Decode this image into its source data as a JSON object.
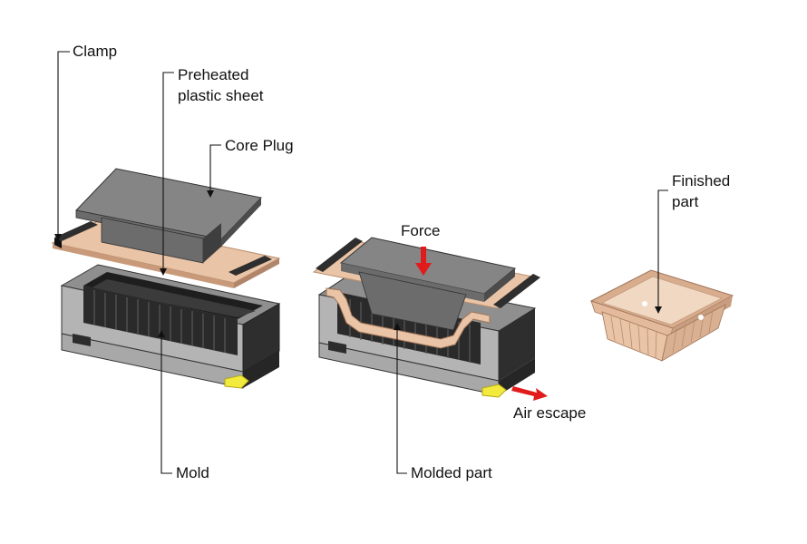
{
  "labels": {
    "clamp": "Clamp",
    "preheated_line1": "Preheated",
    "preheated_line2": "plastic sheet",
    "core_plug": "Core Plug",
    "mold": "Mold",
    "force": "Force",
    "air_escape": "Air escape",
    "molded_part": "Molded part",
    "finished_line1": "Finished",
    "finished_line2": "part"
  },
  "colors": {
    "mold_light": "#b4b4b4",
    "mold_mid": "#8e8e8e",
    "mold_dark": "#2e2e2e",
    "plug_top": "#858585",
    "plug_side": "#5c5c5c",
    "sheet": "#e9c4a6",
    "sheet_edge": "#c89a7a",
    "force_arrow": "#e11b1b",
    "air_port": "#f2ea3c",
    "leader": "#111111"
  }
}
